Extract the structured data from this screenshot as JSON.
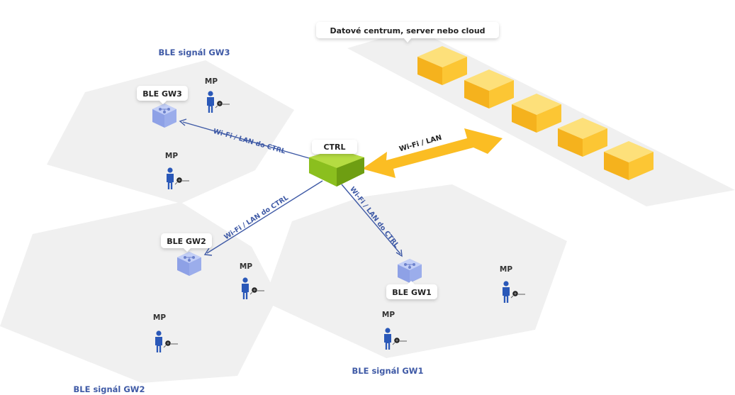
{
  "datacenter": {
    "label": "Datové centrum, server nebo cloud"
  },
  "controller": {
    "label": "CTRL"
  },
  "wan_link": {
    "label": "Wi-Fi / LAN"
  },
  "links": {
    "gw3": "Wi-Fi / LAN do CTRL",
    "gw2": "Wi-Fi / LAN do CTRL",
    "gw1": "Wi-Fi / LAN do CTRL"
  },
  "gateways": {
    "gw1": "BLE GW1",
    "gw2": "BLE GW2",
    "gw3": "BLE GW3"
  },
  "zones": {
    "gw1": "BLE signál GW1",
    "gw2": "BLE signál GW2",
    "gw3": "BLE signál GW3"
  },
  "measurement_points": [
    {
      "label": "MP"
    },
    {
      "label": "MP"
    },
    {
      "label": "MP"
    },
    {
      "label": "MP"
    },
    {
      "label": "MP"
    },
    {
      "label": "MP"
    }
  ],
  "colors": {
    "zone_fill": "#f0f0f0",
    "server_yellow": "#fcc634",
    "controller_green": "#8bbf1e",
    "gateway_blue": "#a9b9f0",
    "link_blue": "#3f5aa6",
    "wan_arrow": "#fbbd23",
    "person_blue": "#2a58b8"
  }
}
